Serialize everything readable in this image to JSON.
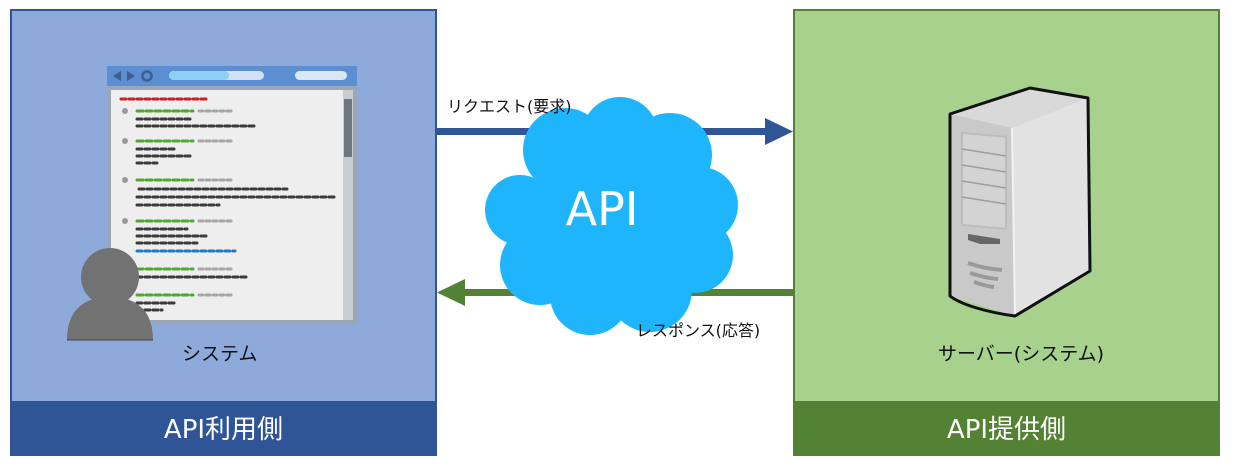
{
  "consumer": {
    "footer_label": "API利用側",
    "caption": "システム",
    "colors": {
      "fill": "#8eaadb",
      "border": "#2f5597"
    }
  },
  "provider": {
    "footer_label": "API提供側",
    "caption": "サーバー(システム)",
    "colors": {
      "fill": "#a9d18e",
      "border": "#548235"
    }
  },
  "center": {
    "cloud_label": "API",
    "cloud_color": "#1fb5fc",
    "request": {
      "label": "リクエスト(要求)",
      "direction": "right",
      "color": "#2f5597"
    },
    "response": {
      "label": "レスポンス(応答)",
      "direction": "left",
      "color": "#548235"
    }
  }
}
